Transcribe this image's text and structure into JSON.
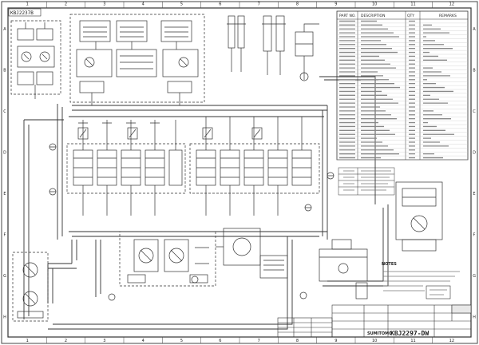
{
  "frame": {
    "column_labels": [
      "1",
      "2",
      "3",
      "4",
      "5",
      "6",
      "7",
      "8",
      "9",
      "10",
      "11",
      "12"
    ],
    "row_labels": [
      "A",
      "B",
      "C",
      "D",
      "E",
      "F",
      "G",
      "H"
    ]
  },
  "drawing_number_tag": "KBJ2237B",
  "parts_list": {
    "headers": [
      "PART NO.",
      "DESCRIPTION",
      "QTY",
      "REMARKS"
    ]
  },
  "notes": {
    "title": "NOTES"
  },
  "title_block": {
    "maker": "SUMITOMO",
    "drawing_number": "KBJ2297-DW"
  }
}
